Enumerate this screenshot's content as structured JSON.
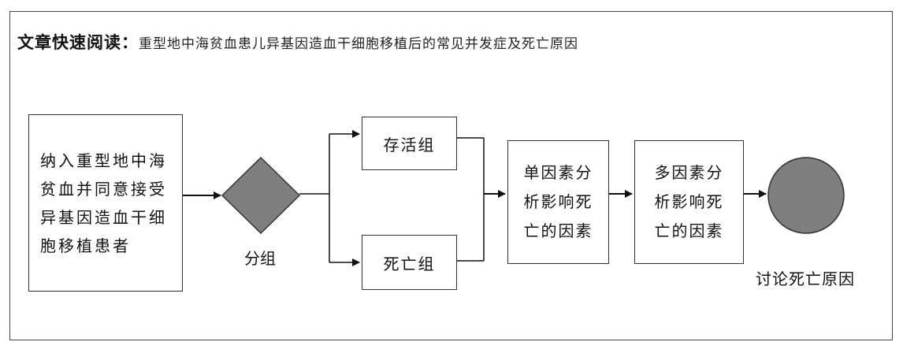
{
  "header": {
    "label": "文章快速阅读：",
    "title": "重型地中海贫血患儿异基因造血干细胞移植后的常见并发症及死亡原因"
  },
  "flow": {
    "input_lines": [
      "纳入重型地中海",
      "贫血并同意接受",
      "异基因造血干细",
      "胞移植患者"
    ],
    "decision_label": "分组",
    "group_survive": "存活组",
    "group_death": "死亡组",
    "univariate_lines": [
      "单因素分",
      "析影响死",
      "亡的因素"
    ],
    "multivariate_lines": [
      "多因素分",
      "析影响死",
      "亡的因素"
    ],
    "end_label": "讨论死亡原因"
  },
  "colors": {
    "shape_fill": "#7f7f7f",
    "line": "#111111",
    "border": "#333333"
  }
}
